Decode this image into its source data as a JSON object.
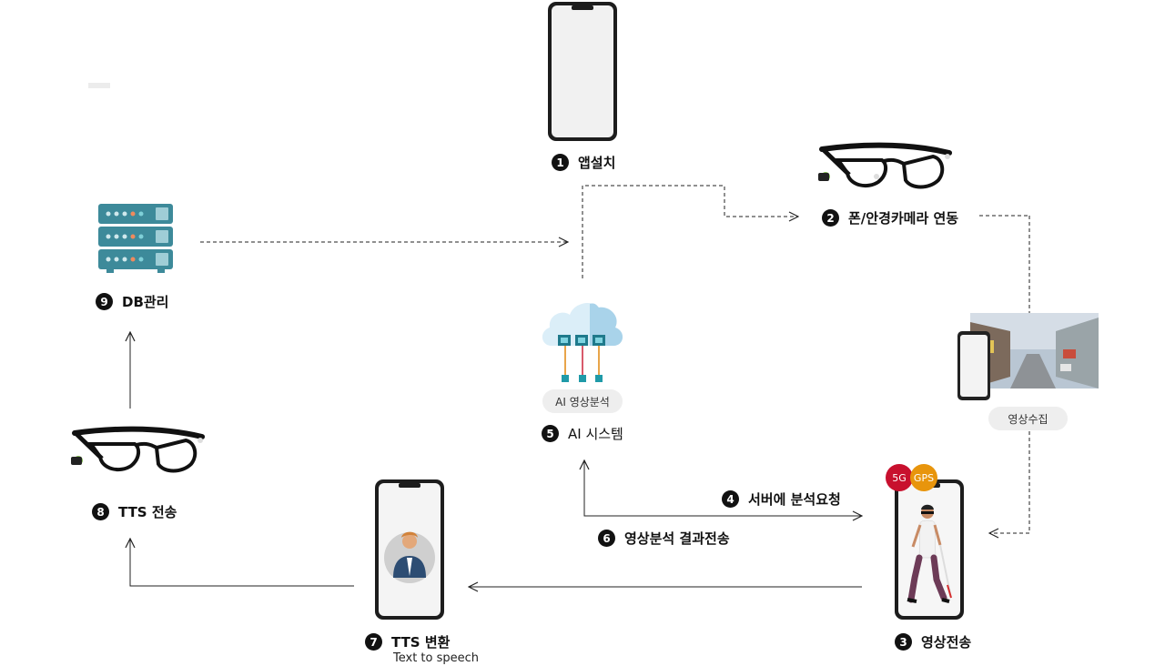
{
  "steps": [
    {
      "num": "1",
      "label": "앱설치"
    },
    {
      "num": "2",
      "label": "폰/안경카메라 연동"
    },
    {
      "num": "3",
      "label": "영상전송"
    },
    {
      "num": "4",
      "label": "서버에 분석요청"
    },
    {
      "num": "5",
      "label": "AI 시스템"
    },
    {
      "num": "6",
      "label": "영상분석 결과전송"
    },
    {
      "num": "7",
      "label": "TTS 변환",
      "sub": "Text to speech"
    },
    {
      "num": "8",
      "label": "TTS 전송"
    },
    {
      "num": "9",
      "label": "DB관리"
    }
  ],
  "pills": {
    "ai_analysis": "AI 영상분석",
    "video_collect": "영상수집"
  },
  "badges": {
    "fiveg": {
      "label": "5G",
      "color": "#c8102e"
    },
    "gps": {
      "label": "GPS",
      "color": "#e8950c"
    }
  },
  "colors": {
    "line": "#222222",
    "server_body": "#3d8a9a",
    "cloud_light": "#dbeef8",
    "cloud_dark": "#a9d3ea"
  }
}
